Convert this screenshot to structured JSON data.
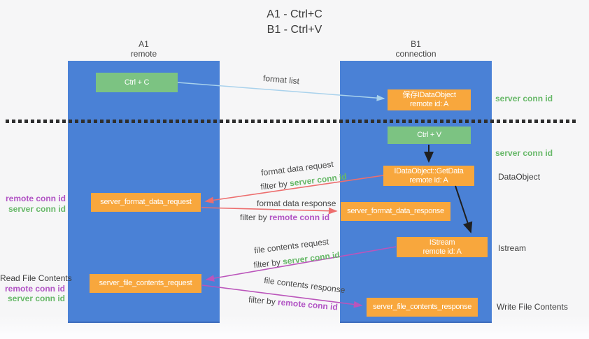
{
  "title": {
    "line1": "A1 - Ctrl+C",
    "line2": "B1 - Ctrl+V"
  },
  "lanes": {
    "a": {
      "id": "A1",
      "role": "remote"
    },
    "b": {
      "id": "B1",
      "role": "connection"
    }
  },
  "nodes": {
    "ctrl_c": "Ctrl + C",
    "save_idataobject": {
      "line1": "保存IDataObject",
      "line2": "remote id: A"
    },
    "ctrl_v": "Ctrl + V",
    "getdata": {
      "line1": "IDataObject::GetData",
      "line2": "remote id: A"
    },
    "server_format_data_request": "server_format_data_request",
    "server_format_data_response": "server_format_data_response",
    "istream": {
      "line1": "IStream",
      "line2": "remote id: A"
    },
    "server_file_contents_request": "server_file_contents_request",
    "server_file_contents_response": "server_file_contents_response"
  },
  "right_labels": {
    "server_conn_id_top": "server conn id",
    "server_conn_id_mid": "server conn id",
    "dataobject": "DataObject",
    "istream": "Istream",
    "write_file_contents": "Write File Contents"
  },
  "left_labels": {
    "format_remote_conn_id": "remote conn id",
    "format_server_conn_id": "server conn id",
    "read_file_contents": "Read File Contents",
    "file_remote_conn_id": "remote conn id",
    "file_server_conn_id": "server conn id"
  },
  "arrow_labels": {
    "format_list": "format list",
    "format_data_request": "format data request",
    "format_data_request_filter_prefix": "filter by ",
    "format_data_request_filter_keyword": "server conn id",
    "format_data_response": "format data response",
    "format_data_response_filter_prefix": "filter by ",
    "format_data_response_filter_keyword": "remote conn id",
    "file_contents_request": "file contents request",
    "file_contents_request_filter_prefix": "filter by ",
    "file_contents_request_filter_keyword": "server conn id",
    "file_contents_response": "file contents response",
    "file_contents_response_filter_prefix": "filter by ",
    "file_contents_response_filter_keyword": "remote conn id"
  },
  "colors": {
    "lane_fill": "#4a81d6",
    "node_green": "#7cc382",
    "node_orange": "#f8a73d",
    "arrow_blue": "#a9d2ec",
    "arrow_black": "#1f1f1f",
    "arrow_red": "#ed6e6e",
    "arrow_magenta": "#bb55bb",
    "keyword_green": "#67b868",
    "keyword_purple": "#b153c4"
  }
}
